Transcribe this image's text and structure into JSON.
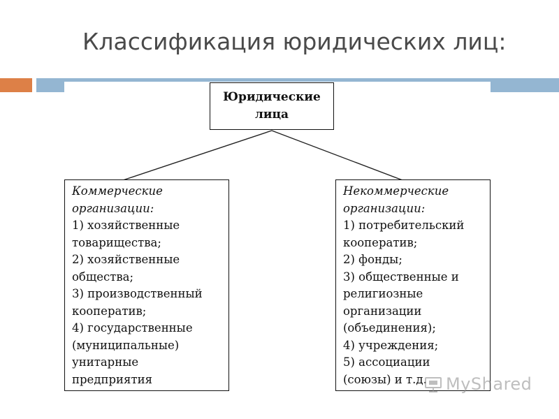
{
  "slide": {
    "title": "Классификация юридических лиц:",
    "accent_colors": {
      "orange": "#dd8047",
      "blue": "#94b6d2"
    }
  },
  "diagram": {
    "root": {
      "lines": [
        "Юридические",
        "лица"
      ]
    },
    "left": {
      "header": [
        "Коммерческие",
        "организации:"
      ],
      "items": [
        "1) хозяйственные",
        "товарищества;",
        "2) хозяйственные",
        "общества;",
        "3) производственный",
        "кооператив;",
        "4) государственные",
        "(муниципальные)",
        "унитарные",
        "предприятия"
      ]
    },
    "right": {
      "header": [
        "Некоммерческие",
        "организации:"
      ],
      "items": [
        "1) потребительский",
        "кооператив;",
        "2) фонды;",
        "3) общественные и",
        "религиозные",
        "организации",
        "(объединения);",
        "4) учреждения;",
        "5) ассоциации",
        "(союзы) и т.д."
      ]
    }
  },
  "watermark": {
    "text": "MyShared",
    "icon": "myshared-logo-icon"
  }
}
